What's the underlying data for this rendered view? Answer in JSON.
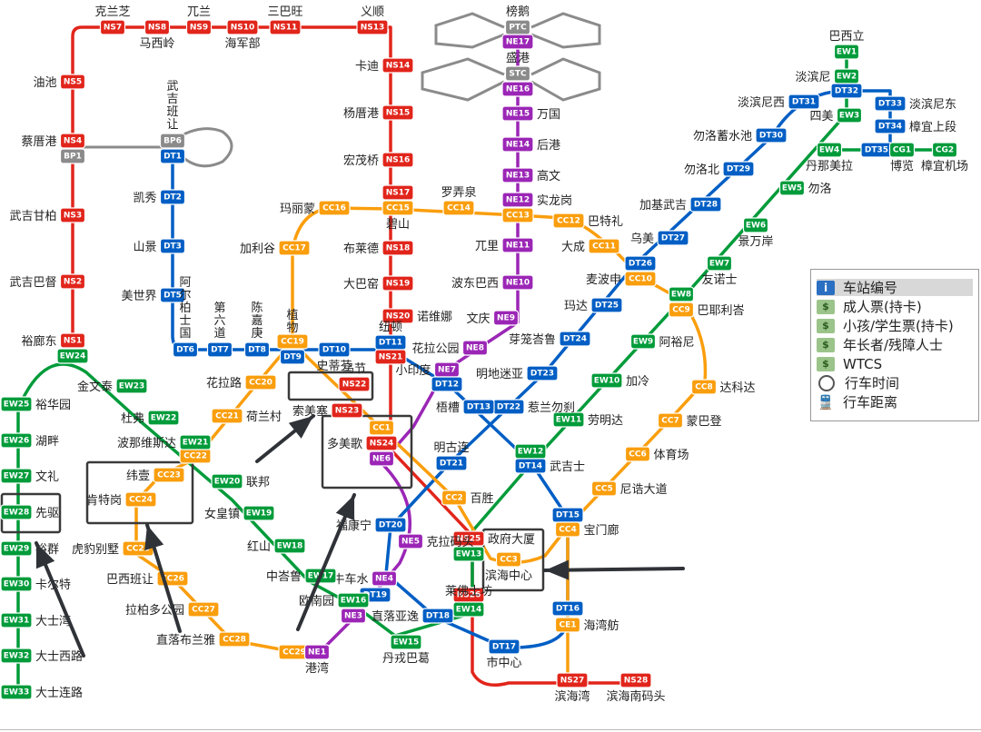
{
  "colors": {
    "ns": "#e1251b",
    "ew": "#009b3a",
    "ne": "#9b26b6",
    "cc": "#fa9e0d",
    "dt": "#005ec4",
    "lrt": "#8b8b8b",
    "cg": "#009b3a"
  },
  "legend": {
    "items": [
      {
        "icon": "info-icon",
        "label": "车站编号"
      },
      {
        "icon": "money-icon",
        "label": "成人票(持卡)"
      },
      {
        "icon": "money-icon",
        "label": "小孩/学生票(持卡)"
      },
      {
        "icon": "money-icon",
        "label": "年长者/残障人士"
      },
      {
        "icon": "money-icon",
        "label": "WTCS"
      },
      {
        "icon": "clock-icon",
        "label": "行车时间"
      },
      {
        "icon": "train-icon",
        "label": "行车距离"
      }
    ]
  },
  "stations": [
    {
      "code": "NS7",
      "name": "克兰芝",
      "line": "ns"
    },
    {
      "code": "NS8",
      "name": "马西岭",
      "line": "ns"
    },
    {
      "code": "NS9",
      "name": "兀兰",
      "line": "ns"
    },
    {
      "code": "NS10",
      "name": "海军部",
      "line": "ns"
    },
    {
      "code": "NS11",
      "name": "三巴旺",
      "line": "ns"
    },
    {
      "code": "NS13",
      "name": "义顺",
      "line": "ns"
    },
    {
      "code": "NS5",
      "name": "油池",
      "line": "ns"
    },
    {
      "code": "NS4",
      "name": "蔡厝港",
      "line": "ns"
    },
    {
      "code": "BP1",
      "name": "",
      "line": "lrt"
    },
    {
      "code": "NS3",
      "name": "武吉甘柏",
      "line": "ns"
    },
    {
      "code": "NS2",
      "name": "武吉巴督",
      "line": "ns"
    },
    {
      "code": "NS1",
      "name": "裕廊东",
      "line": "ns"
    },
    {
      "code": "EW24",
      "name": "",
      "line": "ew"
    },
    {
      "code": "NS14",
      "name": "卡迪",
      "line": "ns"
    },
    {
      "code": "NS15",
      "name": "杨厝港",
      "line": "ns"
    },
    {
      "code": "NS16",
      "name": "宏茂桥",
      "line": "ns"
    },
    {
      "code": "NS17",
      "name": "",
      "line": "ns"
    },
    {
      "code": "CC15",
      "name": "碧山",
      "line": "cc"
    },
    {
      "code": "NS18",
      "name": "布莱德",
      "line": "ns"
    },
    {
      "code": "NS19",
      "name": "大巴窑",
      "line": "ns"
    },
    {
      "code": "NS20",
      "name": "诺维娜",
      "line": "ns"
    },
    {
      "code": "DT11",
      "name": "纽顿",
      "line": "dt"
    },
    {
      "code": "NS21",
      "name": "",
      "line": "ns"
    },
    {
      "code": "NS22",
      "name": "乌节",
      "line": "ns"
    },
    {
      "code": "NS23",
      "name": "索美塞",
      "line": "ns"
    },
    {
      "code": "CC1",
      "name": "",
      "line": "cc"
    },
    {
      "code": "NS24",
      "name": "多美歌",
      "line": "ns"
    },
    {
      "code": "NE6",
      "name": "",
      "line": "ne"
    },
    {
      "code": "NS25",
      "name": "政府大厦",
      "line": "ns"
    },
    {
      "code": "EW13",
      "name": "",
      "line": "ew"
    },
    {
      "code": "NS26",
      "name": "莱佛士坊",
      "line": "ns"
    },
    {
      "code": "EW14",
      "name": "",
      "line": "ew"
    },
    {
      "code": "NS27",
      "name": "滨海湾",
      "line": "ns"
    },
    {
      "code": "NS28",
      "name": "滨海南码头",
      "line": "ns"
    },
    {
      "code": "BP6",
      "name": "武吉班让",
      "line": "lrt"
    },
    {
      "code": "DT1",
      "name": "",
      "line": "dt"
    },
    {
      "code": "DT2",
      "name": "凯秀",
      "line": "dt"
    },
    {
      "code": "DT3",
      "name": "山景",
      "line": "dt"
    },
    {
      "code": "DT5",
      "name": "美世界",
      "line": "dt"
    },
    {
      "code": "DT6",
      "name": "阿尔柏士国",
      "line": "dt"
    },
    {
      "code": "DT7",
      "name": "第六道",
      "line": "dt"
    },
    {
      "code": "DT8",
      "name": "陈嘉庚",
      "line": "dt"
    },
    {
      "code": "DT9",
      "name": "植物园",
      "line": "dt"
    },
    {
      "code": "CC19",
      "name": "",
      "line": "cc"
    },
    {
      "code": "DT10",
      "name": "史蒂芬",
      "line": "dt"
    },
    {
      "code": "PTC",
      "name": "榜鹅",
      "line": "lrt"
    },
    {
      "code": "NE17",
      "name": "",
      "line": "ne"
    },
    {
      "code": "STC",
      "name": "盛港",
      "line": "lrt"
    },
    {
      "code": "NE16",
      "name": "",
      "line": "ne"
    },
    {
      "code": "NE15",
      "name": "万国",
      "line": "ne"
    },
    {
      "code": "NE14",
      "name": "后港",
      "line": "ne"
    },
    {
      "code": "NE13",
      "name": "高文",
      "line": "ne"
    },
    {
      "code": "NE12",
      "name": "实龙岗",
      "line": "ne"
    },
    {
      "code": "CC13",
      "name": "",
      "line": "cc"
    },
    {
      "code": "NE11",
      "name": "兀里",
      "line": "ne"
    },
    {
      "code": "NE10",
      "name": "波东巴西",
      "line": "ne"
    },
    {
      "code": "NE9",
      "name": "文庆",
      "line": "ne"
    },
    {
      "code": "NE8",
      "name": "花拉公园",
      "line": "ne"
    },
    {
      "code": "NE7",
      "name": "小印度",
      "line": "ne"
    },
    {
      "code": "DT12",
      "name": "",
      "line": "dt"
    },
    {
      "code": "CC16",
      "name": "玛丽蒙",
      "line": "cc"
    },
    {
      "code": "CC14",
      "name": "罗弄泉",
      "line": "cc"
    },
    {
      "code": "CC17",
      "name": "加利谷",
      "line": "cc"
    },
    {
      "code": "CC12",
      "name": "巴特礼",
      "line": "cc"
    },
    {
      "code": "CC11",
      "name": "大成",
      "line": "cc"
    },
    {
      "code": "DT26",
      "name": "",
      "line": "dt"
    },
    {
      "code": "CC10",
      "name": "麦波申",
      "line": "cc"
    },
    {
      "code": "DT27",
      "name": "乌美",
      "line": "dt"
    },
    {
      "code": "DT28",
      "name": "加基武吉",
      "line": "dt"
    },
    {
      "code": "DT29",
      "name": "勿洛北",
      "line": "dt"
    },
    {
      "code": "DT30",
      "name": "勿洛蓄水池",
      "line": "dt"
    },
    {
      "code": "DT31",
      "name": "淡滨尼西",
      "line": "dt"
    },
    {
      "code": "EW1",
      "name": "巴西立",
      "line": "ew"
    },
    {
      "code": "EW2",
      "name": "淡滨尼",
      "line": "ew"
    },
    {
      "code": "DT32",
      "name": "",
      "line": "dt"
    },
    {
      "code": "DT33",
      "name": "淡滨尼东",
      "line": "dt"
    },
    {
      "code": "EW3",
      "name": "四美",
      "line": "ew"
    },
    {
      "code": "DT34",
      "name": "樟宜上段",
      "line": "dt"
    },
    {
      "code": "EW4",
      "name": "丹那美拉",
      "line": "ew"
    },
    {
      "code": "DT35",
      "name": "",
      "line": "dt"
    },
    {
      "code": "CG1",
      "name": "博览",
      "line": "cg"
    },
    {
      "code": "CG2",
      "name": "樟宜机场",
      "line": "cg"
    },
    {
      "code": "EW5",
      "name": "勿洛",
      "line": "ew"
    },
    {
      "code": "EW6",
      "name": "景万岸",
      "line": "ew"
    },
    {
      "code": "EW7",
      "name": "友诺士",
      "line": "ew"
    },
    {
      "code": "EW8",
      "name": "",
      "line": "ew"
    },
    {
      "code": "CC9",
      "name": "巴耶利峇",
      "line": "cc"
    },
    {
      "code": "EW9",
      "name": "阿裕尼",
      "line": "ew"
    },
    {
      "code": "EW10",
      "name": "加冷",
      "line": "ew"
    },
    {
      "code": "EW11",
      "name": "劳明达",
      "line": "ew"
    },
    {
      "code": "EW12",
      "name": "",
      "line": "ew"
    },
    {
      "code": "DT14",
      "name": "武吉士",
      "line": "dt"
    },
    {
      "code": "DT25",
      "name": "玛达",
      "line": "dt"
    },
    {
      "code": "DT24",
      "name": "芽笼峇鲁",
      "line": "dt"
    },
    {
      "code": "DT23",
      "name": "明地迷亚",
      "line": "dt"
    },
    {
      "code": "DT22",
      "name": "惹兰勿刹",
      "line": "dt"
    },
    {
      "code": "DT13",
      "name": "梧槽",
      "line": "dt"
    },
    {
      "code": "CC8",
      "name": "达科达",
      "line": "cc"
    },
    {
      "code": "CC7",
      "name": "蒙巴登",
      "line": "cc"
    },
    {
      "code": "CC6",
      "name": "体育场",
      "line": "cc"
    },
    {
      "code": "CC5",
      "name": "尼诰大道",
      "line": "cc"
    },
    {
      "code": "DT15",
      "name": "",
      "line": "dt"
    },
    {
      "code": "CC4",
      "name": "宝门廊",
      "line": "cc"
    },
    {
      "code": "DT21",
      "name": "明古连",
      "line": "dt"
    },
    {
      "code": "CC2",
      "name": "百胜",
      "line": "cc"
    },
    {
      "code": "CC3",
      "name": "滨海中心",
      "line": "cc"
    },
    {
      "code": "DT20",
      "name": "福康宁",
      "line": "dt"
    },
    {
      "code": "NE5",
      "name": "克拉码头",
      "line": "ne"
    },
    {
      "code": "NE4",
      "name": "牛车水",
      "line": "ne"
    },
    {
      "code": "DT19",
      "name": "",
      "line": "dt"
    },
    {
      "code": "EW16",
      "name": "欧南园",
      "line": "ew"
    },
    {
      "code": "NE3",
      "name": "",
      "line": "ne"
    },
    {
      "code": "EW17",
      "name": "中峇鲁",
      "line": "ew"
    },
    {
      "code": "DT18",
      "name": "直落亚逸",
      "line": "dt"
    },
    {
      "code": "EW15",
      "name": "丹戎巴葛",
      "line": "ew"
    },
    {
      "code": "DT16",
      "name": "",
      "line": "dt"
    },
    {
      "code": "CE1",
      "name": "海湾舫",
      "line": "cc"
    },
    {
      "code": "DT17",
      "name": "市中心",
      "line": "dt"
    },
    {
      "code": "CC29",
      "name": "",
      "line": "cc"
    },
    {
      "code": "NE1",
      "name": "港湾",
      "line": "ne"
    },
    {
      "code": "CC28",
      "name": "直落布兰雅",
      "line": "cc"
    },
    {
      "code": "CC27",
      "name": "拉柏多公园",
      "line": "cc"
    },
    {
      "code": "CC26",
      "name": "巴西班让",
      "line": "cc"
    },
    {
      "code": "CC25",
      "name": "虎豹别墅",
      "line": "cc"
    },
    {
      "code": "CC24",
      "name": "肯特岗",
      "line": "cc"
    },
    {
      "code": "CC23",
      "name": "纬壹",
      "line": "cc"
    },
    {
      "code": "CC22",
      "name": "",
      "line": "cc"
    },
    {
      "code": "EW21",
      "name": "波那维斯达",
      "line": "ew"
    },
    {
      "code": "CC21",
      "name": "荷兰村",
      "line": "cc"
    },
    {
      "code": "CC20",
      "name": "花拉路",
      "line": "cc"
    },
    {
      "code": "EW20",
      "name": "联邦",
      "line": "ew"
    },
    {
      "code": "EW19",
      "name": "女皇镇",
      "line": "ew"
    },
    {
      "code": "EW18",
      "name": "红山",
      "line": "ew"
    },
    {
      "code": "EW22",
      "name": "杜弗",
      "line": "ew"
    },
    {
      "code": "EW23",
      "name": "金文泰",
      "line": "ew"
    },
    {
      "code": "EW25",
      "name": "裕华园",
      "line": "ew"
    },
    {
      "code": "EW26",
      "name": "湖畔",
      "line": "ew"
    },
    {
      "code": "EW27",
      "name": "文礼",
      "line": "ew"
    },
    {
      "code": "EW28",
      "name": "先驱",
      "line": "ew"
    },
    {
      "code": "EW29",
      "name": "裕群",
      "line": "ew"
    },
    {
      "code": "EW30",
      "name": "卡尔特",
      "line": "ew"
    },
    {
      "code": "EW31",
      "name": "大士湾",
      "line": "ew"
    },
    {
      "code": "EW32",
      "name": "大士西路",
      "line": "ew"
    },
    {
      "code": "EW33",
      "name": "大士连路",
      "line": "ew"
    }
  ]
}
